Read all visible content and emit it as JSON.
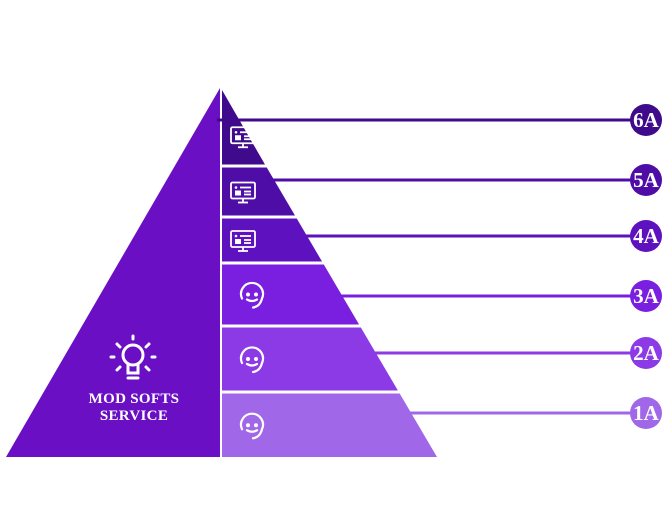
{
  "diagram": {
    "left_face": {
      "title_line1": "MOD SOFTS",
      "title_line2": "SERVICE",
      "icon": "lightbulb-icon",
      "color": "#6a0fc4"
    },
    "levels": [
      {
        "label": "6A",
        "icon": "monitor-icon",
        "color": "#3f0a8c",
        "line_color": "#3f0a8c"
      },
      {
        "label": "5A",
        "icon": "monitor-icon",
        "color": "#4f0da8",
        "line_color": "#4f0da8"
      },
      {
        "label": "4A",
        "icon": "monitor-icon",
        "color": "#5e12bf",
        "line_color": "#5e12bf"
      },
      {
        "label": "3A",
        "icon": "headset-icon",
        "color": "#7a1ee0",
        "line_color": "#7a1ee0"
      },
      {
        "label": "2A",
        "icon": "headset-icon",
        "color": "#8b3ae6",
        "line_color": "#8b3ae6"
      },
      {
        "label": "1A",
        "icon": "headset-icon",
        "color": "#a067e8",
        "line_color": "#a067e8"
      }
    ]
  }
}
